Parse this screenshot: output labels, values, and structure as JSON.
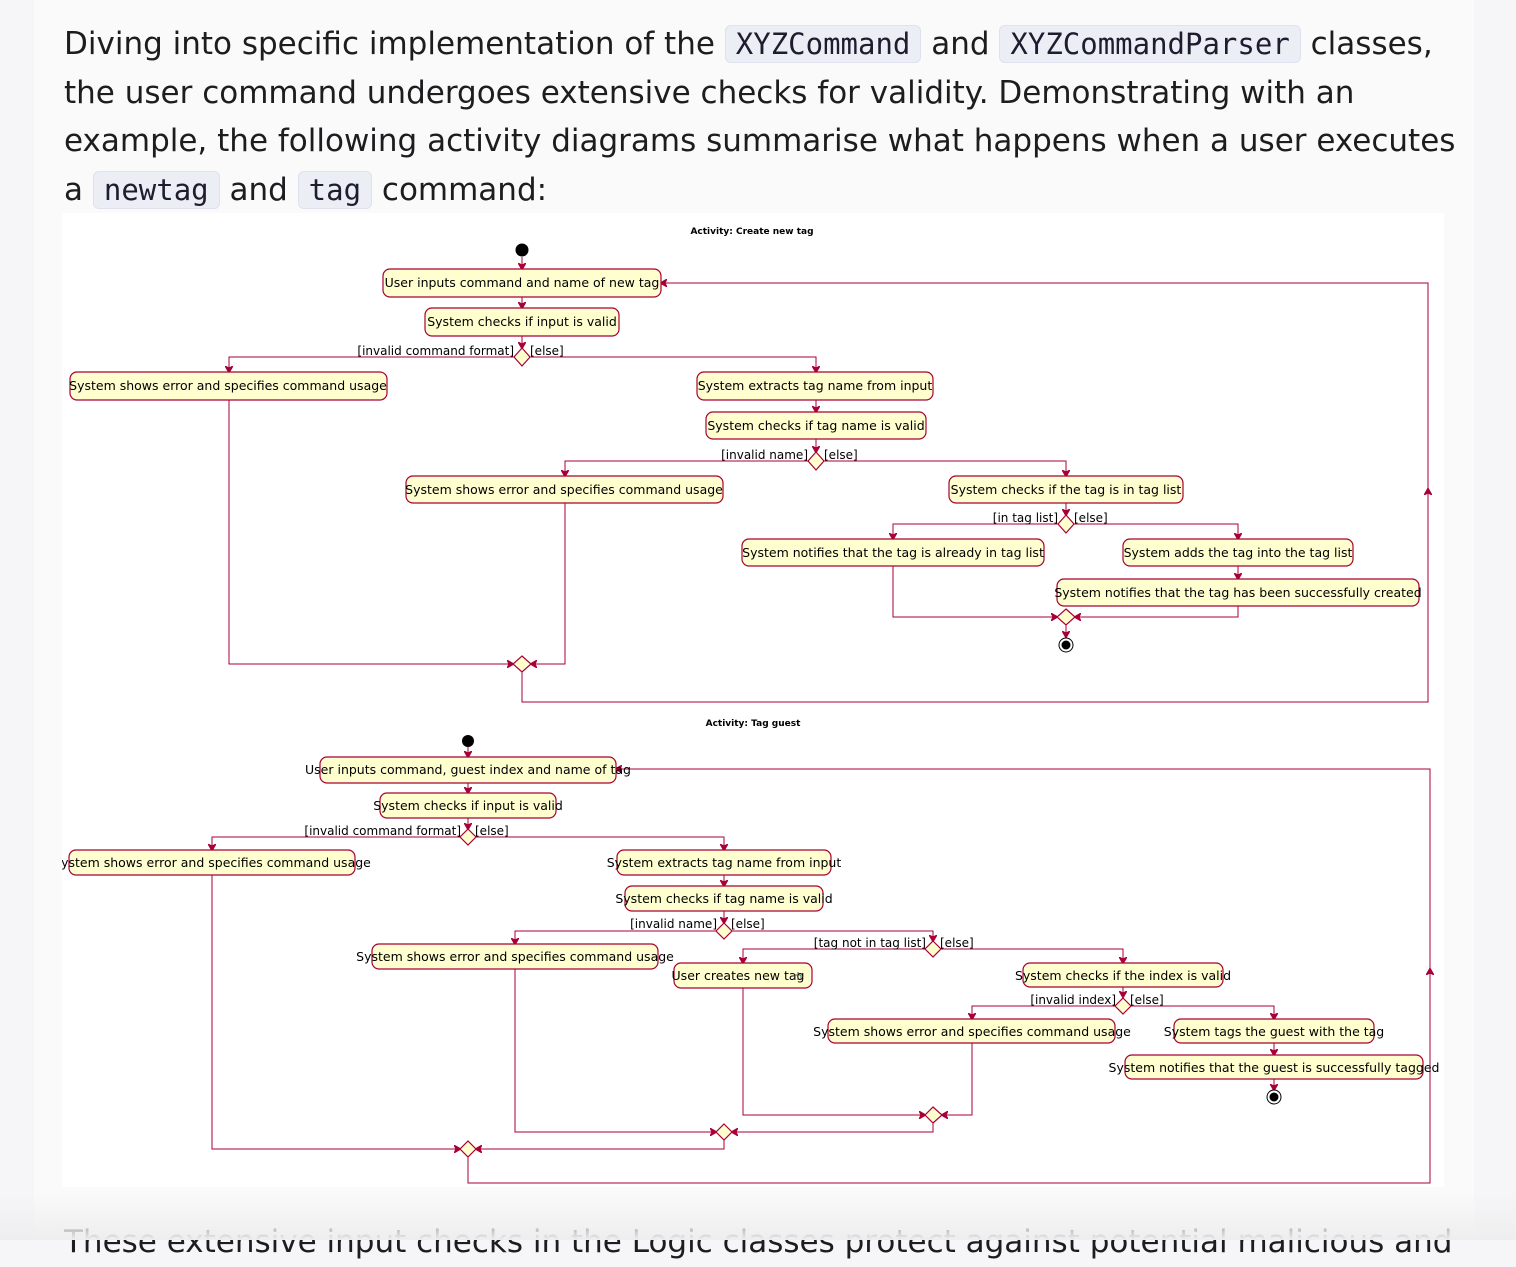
{
  "intro": {
    "t1": "Diving into specific implementation of the ",
    "code1": "XYZCommand",
    "t2": " and ",
    "code2": "XYZCommandParser",
    "t3": " classes, the user command undergoes extensive checks for validity. Demonstrating with an example, the following activity diagrams summarise what happens when a user executes a ",
    "code3": "newtag",
    "t4": " and ",
    "code4": "tag",
    "t5": " command:"
  },
  "outro": {
    "text": "These extensive input checks in the Logic classes protect against potential malicious and"
  },
  "colors": {
    "node_fill": "#fefece",
    "edge": "#a80036",
    "code_bg": "#eceef6"
  },
  "diagram1": {
    "title": "Activity: Create new tag",
    "n_input": "User inputs command and name of new tag",
    "n_check_input": "System checks if input is valid",
    "g_invalid_format": "[invalid command format]",
    "g_else1": "[else]",
    "n_error1": "System shows error and specifies command usage",
    "n_extract": "System extracts tag name from input",
    "n_check_name": "System checks if tag name is valid",
    "g_invalid_name": "[invalid name]",
    "g_else2": "[else]",
    "n_error2": "System shows error and specifies command usage",
    "n_check_list": "System checks if the tag is in tag list",
    "g_in_list": "[in tag list]",
    "g_else3": "[else]",
    "n_already": "System notifies that the tag is already in tag list",
    "n_adds": "System adds the tag into the tag list",
    "n_created": "System notifies that the tag has been successfully created"
  },
  "diagram2": {
    "title": "Activity: Tag guest",
    "n_input": "User inputs command, guest index and name of tag",
    "n_check_input": "System checks if input is valid",
    "g_invalid_format": "[invalid command format]",
    "g_else1": "[else]",
    "n_error1": "System shows error and specifies command usage",
    "n_extract": "System extracts tag name from input",
    "n_check_name": "System checks if tag name is valid",
    "g_invalid_name": "[invalid name]",
    "g_else2": "[else]",
    "n_error2": "System shows error and specifies command usage",
    "g_not_in_list": "[tag not in tag list]",
    "g_else3": "[else]",
    "n_create_tag": "User creates new tag",
    "n_check_index": "System checks if the index is valid",
    "g_invalid_index": "[invalid index]",
    "g_else4": "[else]",
    "n_error3": "System shows error and specifies command usage",
    "n_tags_guest": "System tags the guest with the tag",
    "n_tagged": "System notifies that the guest is successfully tagged"
  }
}
